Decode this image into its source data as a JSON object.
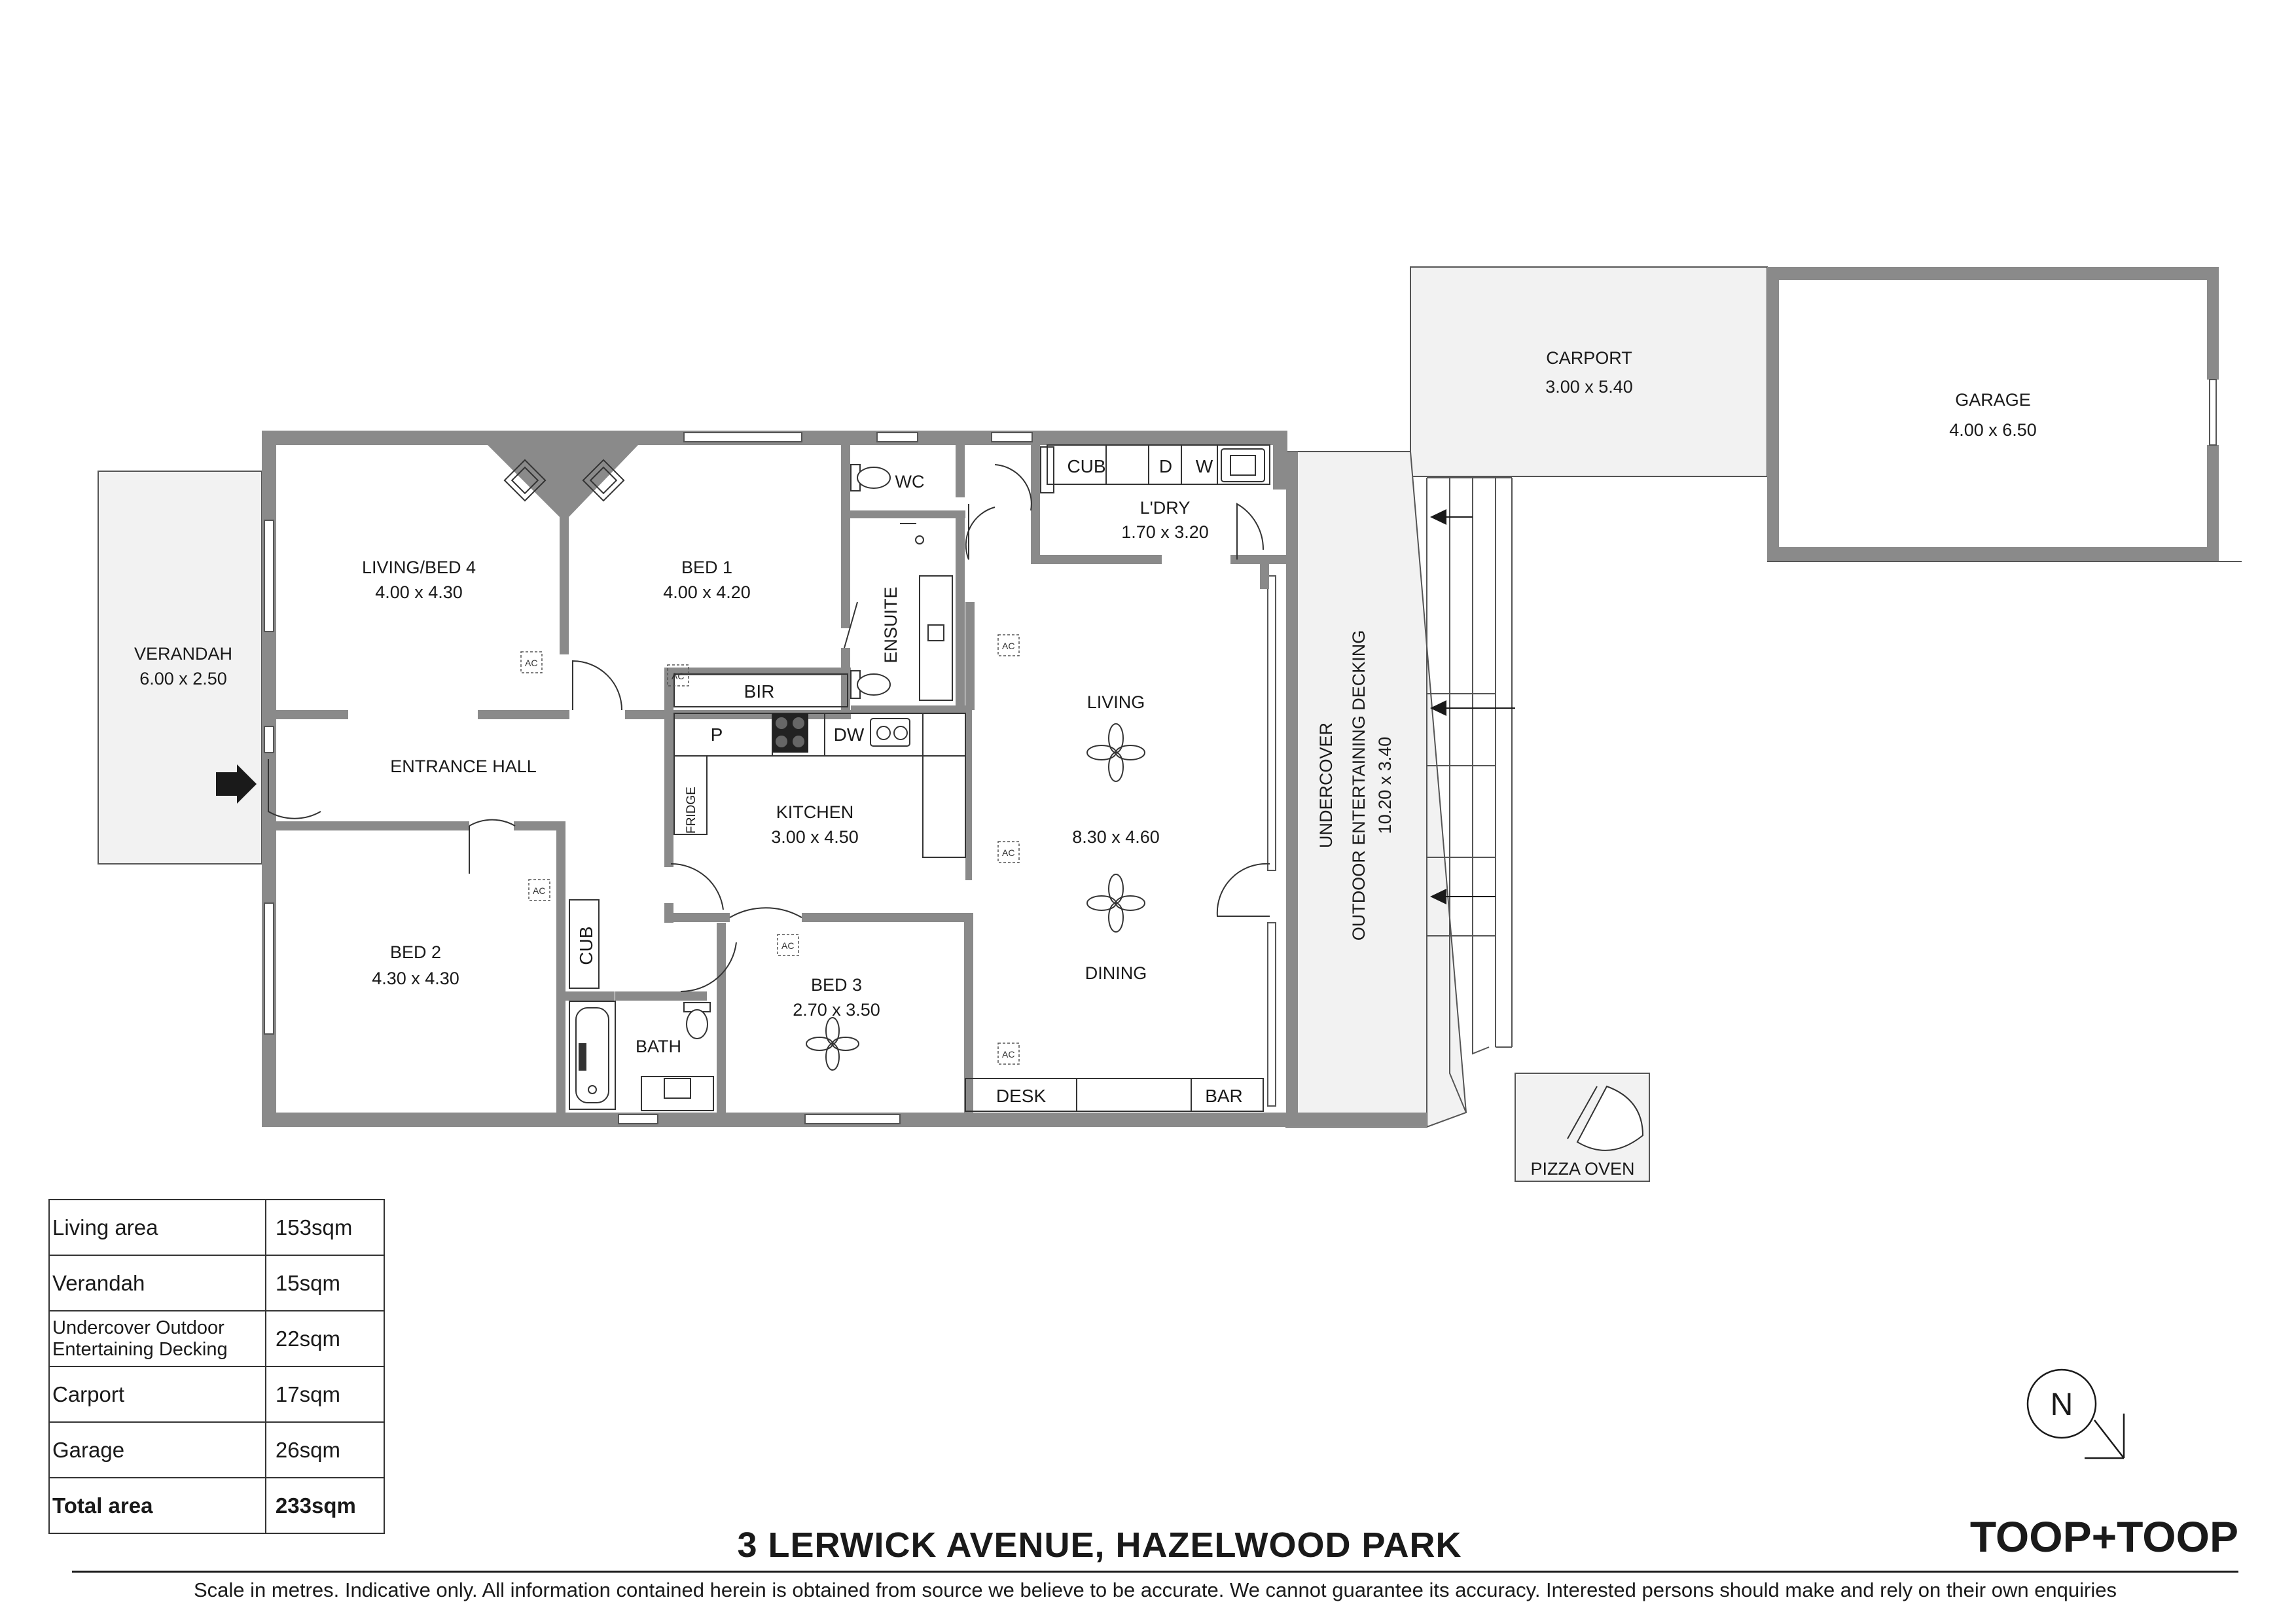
{
  "title": "3 LERWICK AVENUE, HAZELWOOD PARK",
  "brand": "TOOP+TOOP",
  "disclaimer": "Scale in metres. Indicative only. All information contained herein is obtained from source we believe to be accurate. We cannot guarantee its accuracy. Interested persons should make and rely on their own enquiries",
  "rooms": {
    "carport": {
      "name": "CARPORT",
      "size": "3.00 x 5.40"
    },
    "garage": {
      "name": "GARAGE",
      "size": "4.00 x 6.50"
    },
    "living_bed4": {
      "name": "LIVING/BED 4",
      "size": "4.00 x 4.30"
    },
    "bed1": {
      "name": "BED 1",
      "size": "4.00 x 4.20"
    },
    "verandah": {
      "name": "VERANDAH",
      "size": "6.00 x 2.50"
    },
    "entrance_hall": {
      "name": "ENTRANCE HALL"
    },
    "kitchen": {
      "name": "KITCHEN",
      "size": "3.00 x 4.50"
    },
    "living": {
      "name": "LIVING",
      "size": "8.30 x 4.60"
    },
    "dining": {
      "name": "DINING"
    },
    "laundry": {
      "name": "L'DRY",
      "size": "1.70 x 3.20"
    },
    "bed2": {
      "name": "BED 2",
      "size": "4.30 x 4.30"
    },
    "bed3": {
      "name": "BED 3",
      "size": "2.70 x 3.50"
    },
    "bath": {
      "name": "BATH"
    },
    "ensuite": {
      "name": "ENSUITE"
    },
    "wc": {
      "name": "WC"
    },
    "decking": {
      "line1": "UNDERCOVER",
      "line2": "OUTDOOR ENTERTAINING DECKING",
      "size": "10.20 x 3.40"
    },
    "pizza_oven": {
      "name": "PIZZA OVEN"
    }
  },
  "fixtures": {
    "bir": "BIR",
    "cub": "CUB",
    "d": "D",
    "w": "W",
    "p": "P",
    "dw": "DW",
    "fridge": "FRIDGE",
    "desk": "DESK",
    "bar": "BAR",
    "ac": "AC"
  },
  "compass": {
    "letter": "N",
    "icon": "north-arrow-icon"
  },
  "areas": [
    {
      "label": "Living area",
      "value": "153sqm"
    },
    {
      "label": "Verandah",
      "value": "15sqm"
    },
    {
      "label": "Undercover Outdoor",
      "label2": "Entertaining Decking",
      "value": "22sqm"
    },
    {
      "label": "Carport",
      "value": "17sqm"
    },
    {
      "label": "Garage",
      "value": "26sqm"
    },
    {
      "label": "Total area",
      "value": "233sqm"
    }
  ],
  "colors": {
    "wall": "#8a8a8a",
    "line": "#333333",
    "shade": "#f2f2f2"
  }
}
